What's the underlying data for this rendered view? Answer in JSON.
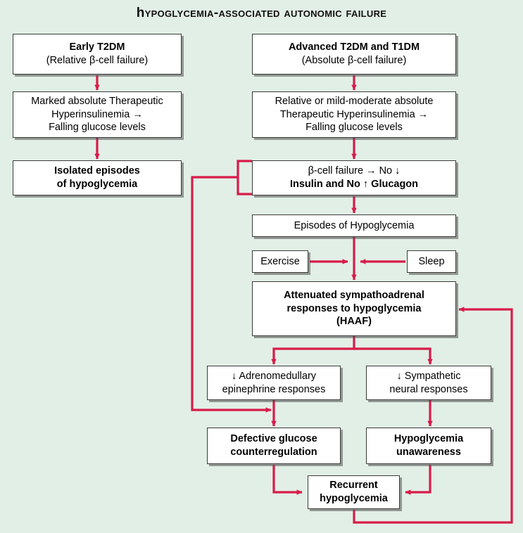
{
  "title": "Hypoglycemia-Associated Autonomic Failure",
  "colors": {
    "background": "#e2efe6",
    "box_fill": "#ffffff",
    "box_border": "#3a3a3a",
    "connector": "#d81b4a",
    "text": "#000000"
  },
  "nodes": {
    "early_t2dm": {
      "line1": "Early T2DM",
      "line2": "(Relative β-cell failure)"
    },
    "advanced_t2dm_t1dm": {
      "line1": "Advanced T2DM and T1DM",
      "line2": "(Absolute β-cell failure)"
    },
    "marked_hyperinsulinemia": {
      "line1": "Marked absolute Therapeutic",
      "line2": "Hyperinsulinemia →",
      "line3": "Falling glucose levels"
    },
    "relative_hyperinsulinemia": {
      "line1": "Relative or mild-moderate absolute",
      "line2": "Therapeutic Hyperinsulinemia →",
      "line3": "Falling glucose levels"
    },
    "isolated_episodes": {
      "line1": "Isolated episodes",
      "line2": "of hypoglycemia"
    },
    "beta_cell_failure": {
      "line1": "β-cell failure → No ↓",
      "line2": "Insulin and No ↑ Glucagon"
    },
    "episodes_hypoglycemia": {
      "line1": "Episodes of Hypoglycemia"
    },
    "exercise": {
      "line1": "Exercise"
    },
    "sleep": {
      "line1": "Sleep"
    },
    "haaf": {
      "line1": "Attenuated sympathoadrenal",
      "line2": "responses to hypoglycemia",
      "line3": "(HAAF)"
    },
    "adrenomedullary": {
      "line1": "↓ Adrenomedullary",
      "line2": "epinephrine responses"
    },
    "sympathetic": {
      "line1": "↓ Sympathetic",
      "line2": "neural responses"
    },
    "defective_counterregulation": {
      "line1": "Defective glucose",
      "line2": "counterregulation"
    },
    "hypoglycemia_unawareness": {
      "line1": "Hypoglycemia",
      "line2": "unawareness"
    },
    "recurrent_hypoglycemia": {
      "line1": "Recurrent",
      "line2": "hypoglycemia"
    }
  }
}
